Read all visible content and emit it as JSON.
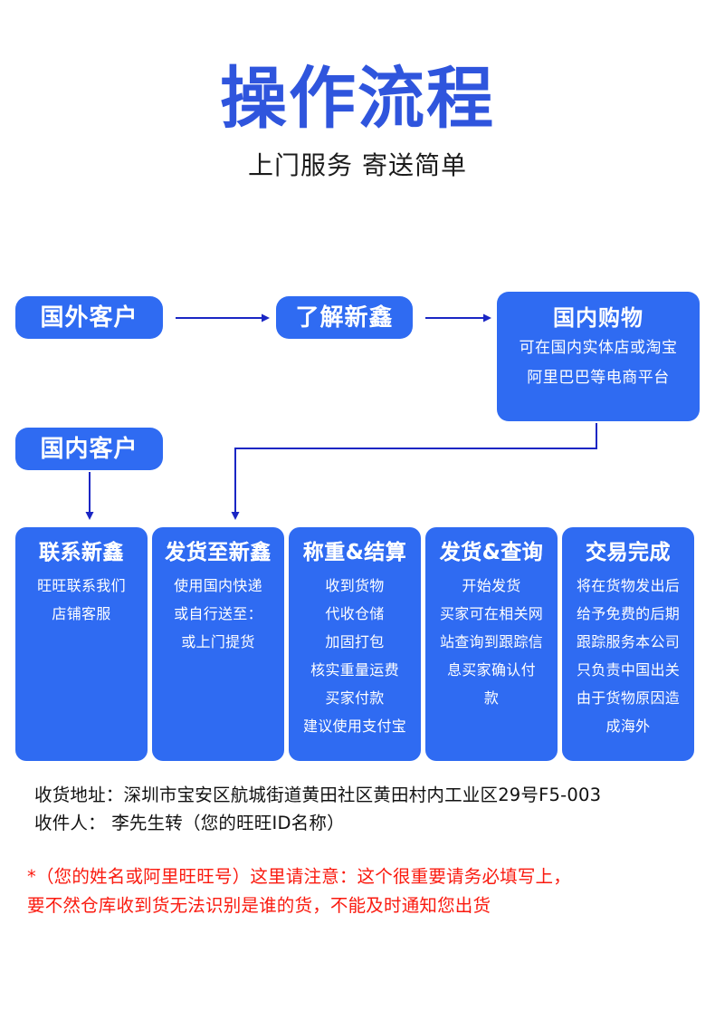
{
  "header": {
    "title": "操作流程",
    "subtitle": "上门服务 寄送简单",
    "title_color": "#2f55dd",
    "subtitle_color": "#1c1c1c"
  },
  "theme": {
    "node_fill": "#2f6bf2",
    "node_text": "#ffffff",
    "connector_color": "#1a26c4",
    "notice_color": "#fa1a0f",
    "page_background": "#ffffff"
  },
  "flow": {
    "nodes": {
      "overseas_customer": {
        "title": "国外客户"
      },
      "domestic_customer": {
        "title": "国内客户"
      },
      "learn_xinxin": {
        "title": "了解新鑫"
      },
      "domestic_shopping": {
        "title": "国内购物",
        "lines": [
          "可在国内实体店或淘宝",
          "阿里巴巴等电商平台"
        ]
      }
    },
    "steps": [
      {
        "title": "联系新鑫",
        "lines": [
          "旺旺联系我们",
          "店铺客服"
        ]
      },
      {
        "title": "发货至新鑫",
        "lines": [
          "使用国内快递",
          "或自行送至：",
          "或上门提货"
        ]
      },
      {
        "title": "称重&结算",
        "lines": [
          "收到货物",
          "代收仓储",
          "加固打包",
          "核实重量运费",
          "买家付款",
          "建议使用支付宝"
        ]
      },
      {
        "title": "发货&查询",
        "lines": [
          "开始发货",
          "买家可在相关网",
          "站查询到跟踪信",
          "息买家确认付",
          "款"
        ]
      },
      {
        "title": "交易完成",
        "lines": [
          "将在货物发出后",
          "给予免费的后期",
          "跟踪服务本公司",
          "只负责中国出关",
          "由于货物原因造",
          "成海外"
        ]
      }
    ]
  },
  "footer": {
    "address_lines": [
      "收货地址：深圳市宝安区航城街道黄田社区黄田村内工业区29号F5-003",
      "收件人： 李先生转（您的旺旺ID名称）"
    ],
    "notice_lines": [
      "*（您的姓名或阿里旺旺号）这里请注意：这个很重要请务必填写上，",
      "要不然仓库收到货无法识别是谁的货，不能及时通知您出货"
    ]
  }
}
